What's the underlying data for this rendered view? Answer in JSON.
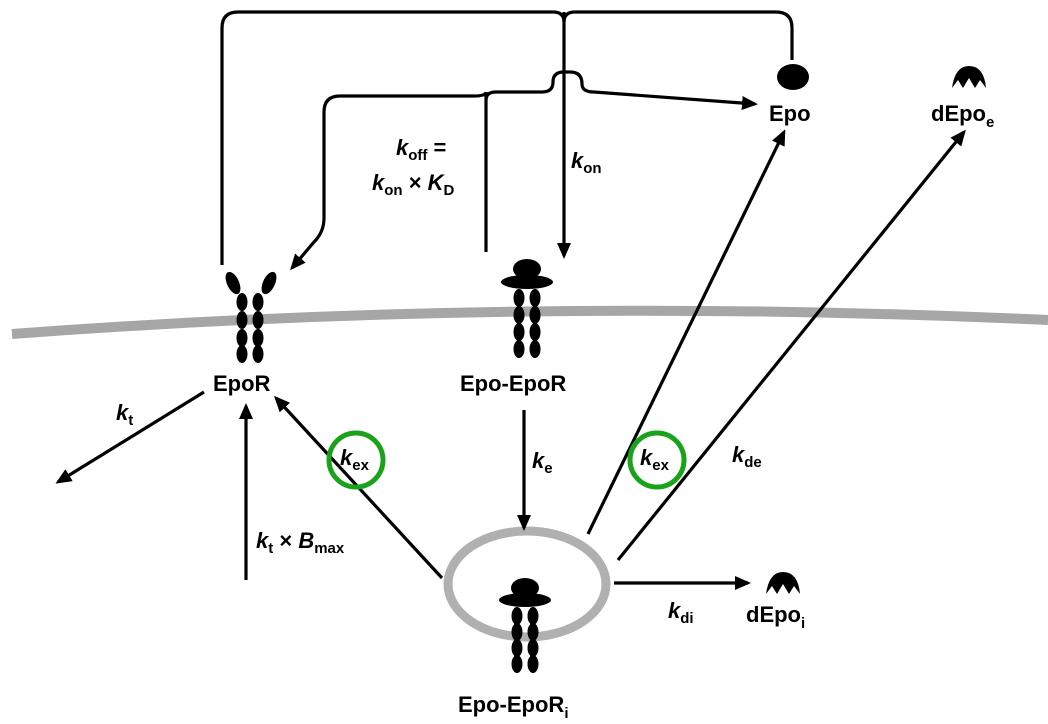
{
  "species": {
    "epo": "Epo",
    "depo_e": {
      "base": "dEpo",
      "sub": "e"
    },
    "depo_i": {
      "base": "dEpo",
      "sub": "i"
    },
    "epor": "EpoR",
    "epo_epor": "Epo-EpoR",
    "epo_epor_i": {
      "base": "Epo-EpoR",
      "sub": "i"
    }
  },
  "rates": {
    "k_off": {
      "k": "k",
      "sub": "off",
      "rest": " ="
    },
    "k_on_times_kd": {
      "k": "k",
      "sub": "on",
      "mid": " × ",
      "K": "K",
      "sub2": "D"
    },
    "k_on": {
      "k": "k",
      "sub": "on"
    },
    "k_t": {
      "k": "k",
      "sub": "t"
    },
    "k_t_times_bmax": {
      "k": "k",
      "sub": "t",
      "mid": " × ",
      "B": "B",
      "sub2": "max"
    },
    "k_ex_left": {
      "k": "k",
      "sub": "ex"
    },
    "k_ex_right": {
      "k": "k",
      "sub": "ex"
    },
    "k_e": {
      "k": "k",
      "sub": "e"
    },
    "k_de": {
      "k": "k",
      "sub": "de"
    },
    "k_di": {
      "k": "k",
      "sub": "di"
    }
  },
  "colors": {
    "line": "#000000",
    "membrane": "#a6a6a6",
    "highlight_circle": "#1aa31a",
    "endosome": "#b0b0b0"
  }
}
